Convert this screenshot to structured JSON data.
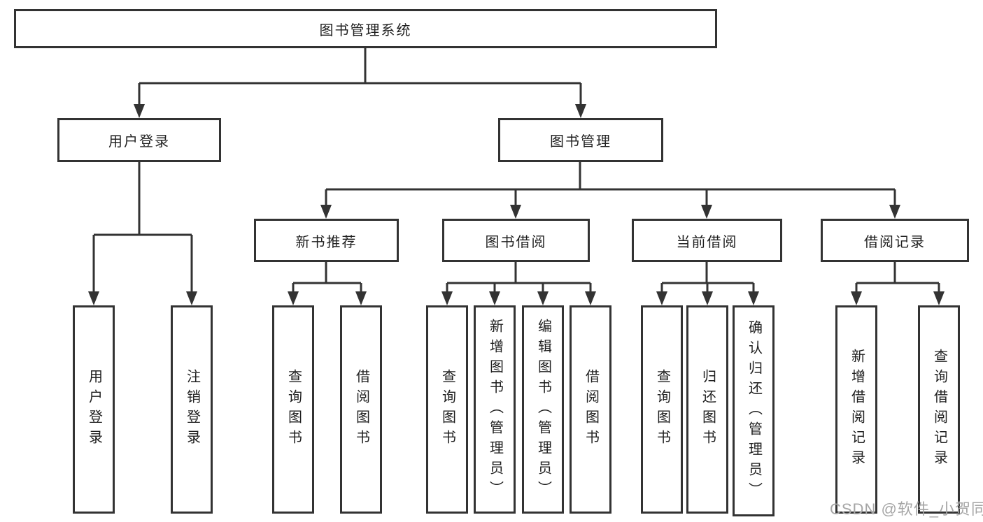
{
  "diagram_title": "图书管理系统",
  "colors": {
    "line": "#333333",
    "box_border": "#333333",
    "text": "#1f1f1f",
    "background": "#ffffff",
    "watermark": "#a6a6a6"
  },
  "nodes": {
    "root": "图书管理系统",
    "l2": [
      "用户登录",
      "图书管理"
    ],
    "l3": [
      "新书推荐",
      "图书借阅",
      "当前借阅",
      "借阅记录"
    ],
    "leaves_user": [
      "用户登录",
      "注销登录"
    ],
    "leaves_newbook": [
      "查询图书",
      "借阅图书"
    ],
    "leaves_borrow": [
      "查询图书",
      "新增图书（管理员）",
      "编辑图书（管理员）",
      "借阅图书"
    ],
    "leaves_current": [
      "查询图书",
      "归还图书",
      "确认归还（管理员）"
    ],
    "leaves_records": [
      "新增借阅记录",
      "查询借阅记录"
    ]
  },
  "watermark": "CSDN @软件_小贺同学"
}
